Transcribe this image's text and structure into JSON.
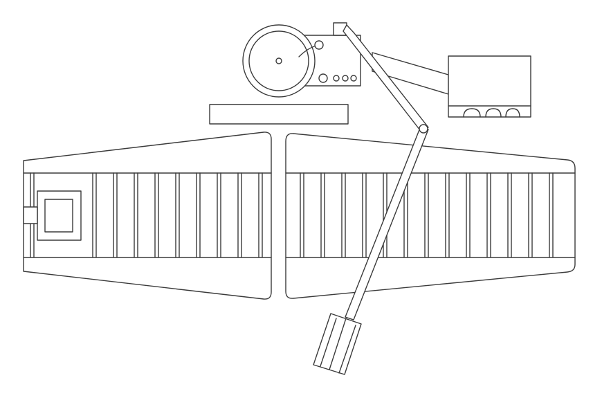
{
  "diagram": {
    "kind": "line-drawing",
    "background": "#ffffff",
    "stroke_color": "#3a3a3a",
    "components": [
      "conveyor-left",
      "conveyor-right",
      "hopper-box",
      "spreader-arm",
      "turntable-unit",
      "bar-plate",
      "control-box"
    ]
  }
}
